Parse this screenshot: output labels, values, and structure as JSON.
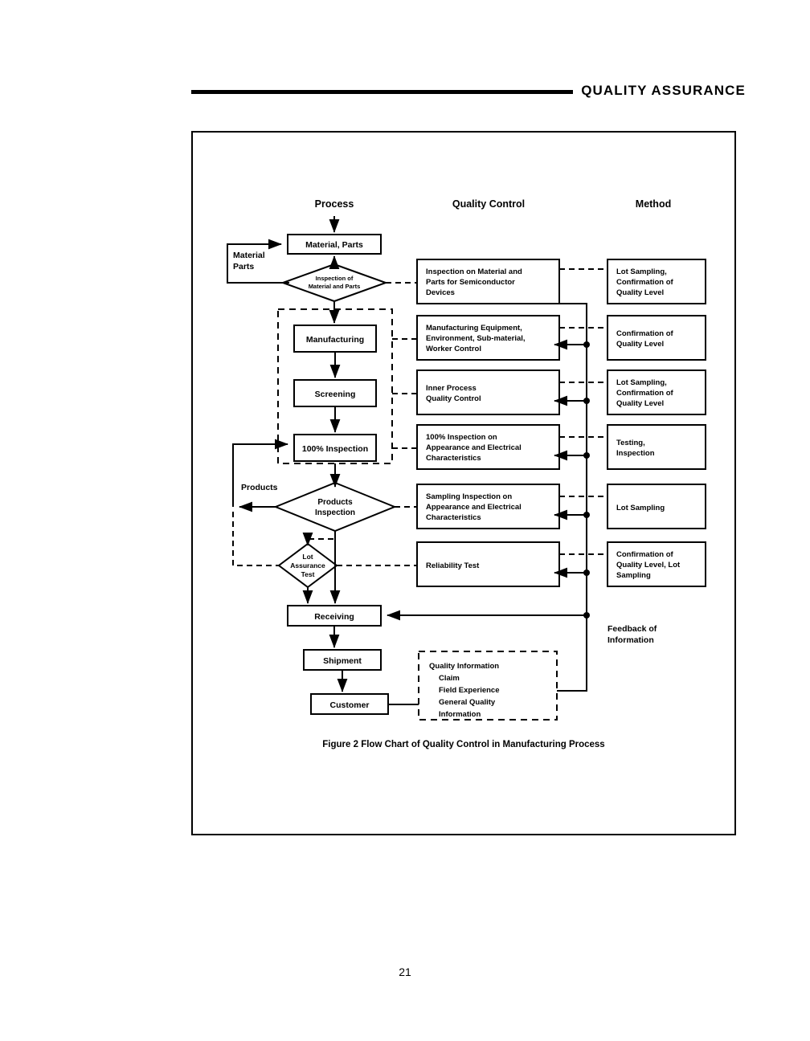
{
  "header": {
    "title": "QUALITY ASSURANCE"
  },
  "page_number": "21",
  "figure": {
    "caption": "Figure 2   Flow Chart of Quality Control in Manufacturing Process",
    "columns": [
      {
        "label": "Process"
      },
      {
        "label": "Quality Control"
      },
      {
        "label": "Method"
      }
    ],
    "process": {
      "boxes": [
        {
          "id": "material-parts",
          "label": "Material, Parts"
        },
        {
          "id": "manufacturing",
          "label": "Manufacturing"
        },
        {
          "id": "screening",
          "label": "Screening"
        },
        {
          "id": "inspection-100",
          "label": "100% Inspection"
        },
        {
          "id": "receiving",
          "label": "Receiving"
        },
        {
          "id": "shipment",
          "label": "Shipment"
        },
        {
          "id": "customer",
          "label": "Customer"
        }
      ],
      "diamonds": [
        {
          "id": "inspection-material",
          "line1": "Inspection of",
          "line2": "Material and Parts"
        },
        {
          "id": "products-inspection",
          "line1": "Products",
          "line2": "Inspection"
        },
        {
          "id": "lot-assurance-test",
          "line1": "Lot",
          "line2": "Assurance",
          "line3": "Test"
        }
      ],
      "loop_labels": [
        {
          "id": "material-parts-return",
          "line1": "Material",
          "line2": "Parts"
        },
        {
          "id": "products-return",
          "line1": "Products"
        }
      ]
    },
    "quality_control": [
      {
        "id": "qc-1",
        "lines": [
          "Inspection on Material and",
          "Parts for Semiconductor",
          "Devices"
        ]
      },
      {
        "id": "qc-2",
        "lines": [
          "Manufacturing Equipment,",
          "Environment, Sub-material,",
          "Worker Control"
        ]
      },
      {
        "id": "qc-3",
        "lines": [
          "Inner Process",
          "Quality Control"
        ]
      },
      {
        "id": "qc-4",
        "lines": [
          "100% Inspection on",
          "Appearance and Electrical",
          "Characteristics"
        ]
      },
      {
        "id": "qc-5",
        "lines": [
          "Sampling Inspection on",
          "Appearance and Electrical",
          "Characteristics"
        ]
      },
      {
        "id": "qc-6",
        "lines": [
          "Reliability Test"
        ]
      }
    ],
    "method": [
      {
        "id": "m-1",
        "lines": [
          "Lot Sampling,",
          "Confirmation of",
          "Quality Level"
        ]
      },
      {
        "id": "m-2",
        "lines": [
          "Confirmation of",
          "Quality Level"
        ]
      },
      {
        "id": "m-3",
        "lines": [
          "Lot Sampling,",
          "Confirmation of",
          "Quality Level"
        ]
      },
      {
        "id": "m-4",
        "lines": [
          "Testing,",
          "Inspection"
        ]
      },
      {
        "id": "m-5",
        "lines": [
          "Lot Sampling"
        ]
      },
      {
        "id": "m-6",
        "lines": [
          "Confirmation of",
          "Quality Level, Lot",
          "Sampling"
        ]
      }
    ],
    "quality_information": {
      "title": "Quality Information",
      "items": [
        "Claim",
        "Field Experience",
        "General Quality",
        "Information"
      ]
    },
    "feedback_label": {
      "line1": "Feedback of",
      "line2": "Information"
    }
  }
}
